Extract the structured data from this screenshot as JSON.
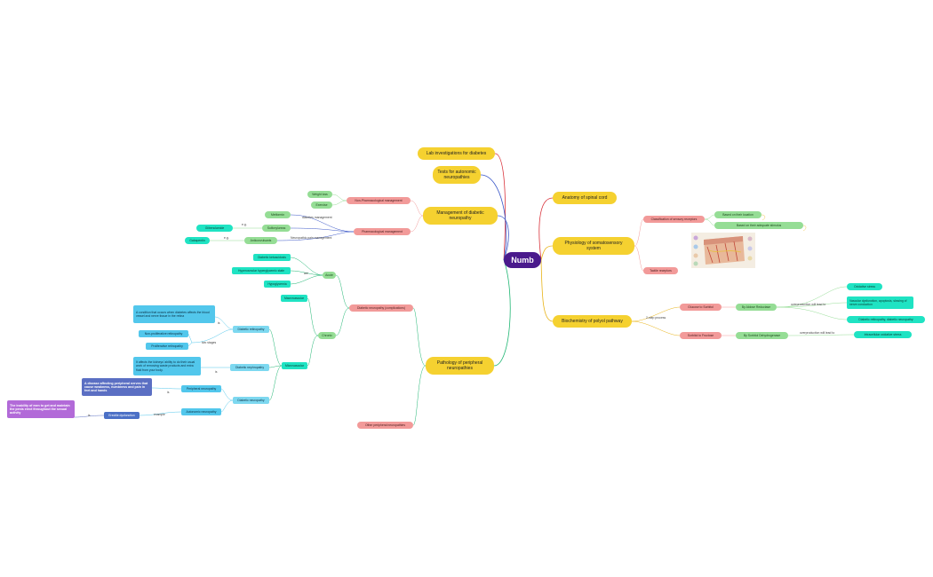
{
  "root": "Numb",
  "nodes": {
    "lab": "Lab investigations for diabetes",
    "tests": "Tests for autonomic neuropathies",
    "mgmt": "Management of diabetic neuropathy",
    "nonpharm": "Non-Pharmacological management",
    "weight": "Weight loss",
    "exercise": "Exercise",
    "pharm": "Pharmacological management",
    "metformin": "Metformin",
    "sulfonyl": "Sulfonylureas",
    "gliben": "Glibenclamide",
    "anticonv": "Anticonvulsants",
    "gabapentin": "Gabapentin",
    "pathology": "Pathology of peripheral neuropathies",
    "dnc": "Diabetic neuropathy (complications)",
    "other": "Other peripheral neuropathies",
    "acute": "Acute",
    "dka": "Diabetic ketoacidosis",
    "hhs": "Hyperosmolar hyperglycemic state",
    "hypo": "Hypoglycemia",
    "macro": "Macrovascular",
    "chronic": "Chronic",
    "micro": "Microvascular",
    "retino": "Diabetic retinopathy",
    "retino_def": "A condition that occurs when diabetes affects the blood vessel and nerve tissue in the retina",
    "nonprolif": "Non-proliferative retinopathy",
    "prolif": "Proliferative retinopathy",
    "nephro": "Diabetic nephropathy",
    "nephro_def": "It affects the kidneys' ability to do their usual work of removing waste products and extra fluid from your body.",
    "neuro": "Diabetic neuropathy",
    "periph": "Peripheral neuropathy",
    "periph_def": "A disease affecting peripheral nerves that cause weakness, numbness and pain in feet and hands",
    "auto": "Autonomic neuropathy",
    "ed": "Erectile dysfunction",
    "ed_def": "The inability of men to get and maintain the penis erect throughout the sexual activity",
    "anatomy": "Anatomy of spinal cord",
    "physio": "Physiology of somatosensory system",
    "classif": "Classification of sensory receptors",
    "loc": "Based on their location",
    "stim": "Based on their adequate stimulus",
    "tactile": "Tactile receptors",
    "biochem": "Biochemistry of polyol pathway",
    "g2s": "Glucose to Sorbitol",
    "ar": "By Aldose Reductase",
    "oxi": "Oxidative stress",
    "redox": "Vascular dysfunction, apoptosis, slowing of nerve conduction",
    "dcomp": "Diabetic retinopathy, diabetic neuropathy",
    "s2f": "Sorbitol to Fructose",
    "sd": "By Sorbitol Dehydrogenase",
    "intra": "Intracellular oxidative stress"
  },
  "edge_labels": {
    "diabetes_mgmt": "diabetes management",
    "neuro_pain": "Neuropathic pain management",
    "eg1": "e.g.",
    "eg2": "e.g.",
    "are": "are",
    "is1": "is",
    "two_stages": "two stages",
    "is2": "is",
    "is3": "is",
    "example": "example",
    "is4": "is",
    "two_step": "2-step process",
    "overprod1": "overproduction will lead to",
    "overprod2": "overproduction will lead to"
  },
  "image": {
    "name": "sensory receptors illustration"
  },
  "colors": {
    "root": "#4a1a8c",
    "main": "#f5d130",
    "pink": "#f29a99",
    "green": "#95dd95",
    "teal": "#1fe3c3",
    "sky": "#52c7ec",
    "blue": "#5b6fc3",
    "purple": "#b26ad8"
  }
}
